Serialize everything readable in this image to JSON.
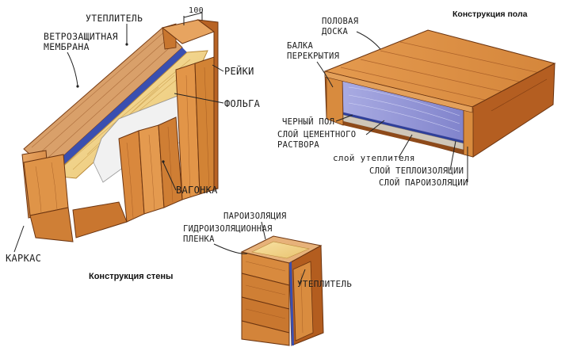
{
  "wall": {
    "title": "Конструкция стены",
    "dimension": "100",
    "labels": {
      "insulation": "УТЕПЛИТЕЛЬ",
      "membrane_1": "ВЕТРОЗАЩИТНАЯ",
      "membrane_2": "МЕМБРАНА",
      "battens": "РЕЙКИ",
      "foil": "ФОЛЬГА",
      "lining": "ВАГОНКА",
      "frame": "КАРКАС"
    }
  },
  "floor": {
    "title": "Конструкция пола",
    "labels": {
      "floorboard_1": "ПОЛОВАЯ",
      "floorboard_2": "ДОСКА",
      "beam_1": "БАЛКА",
      "beam_2": "ПЕРЕКРЫТИЯ",
      "subfloor": "ЧЕРНЫЙ ПОЛ",
      "cement_1": "СЛОЙ ЦЕМЕНТНОГО",
      "cement_2": "РАСТВОРА",
      "insulation_layer": "слой утеплителя",
      "thermal_layer": "СЛОЙ ТЕПЛОИЗОЛЯЦИИ",
      "vapor_layer": "СЛОЙ ПАРОИЗОЛЯЦИИ"
    }
  },
  "detail": {
    "labels": {
      "vapor": "ПАРОИЗОЛЯЦИЯ",
      "waterproof_1": "ГИДРОИЗОЛЯЦИОННАЯ",
      "waterproof_2": "ПЛЕНКА",
      "insulation": "УТЕПЛИТЕЛЬ"
    }
  },
  "colors": {
    "wood_light": "#e7a25a",
    "wood_mid": "#d27f34",
    "wood_dark": "#a8541c",
    "insulation": "#f4d98c",
    "foil": "#eeeeee",
    "membrane": "#3a4fb0",
    "thermal": "#8f92d6"
  }
}
